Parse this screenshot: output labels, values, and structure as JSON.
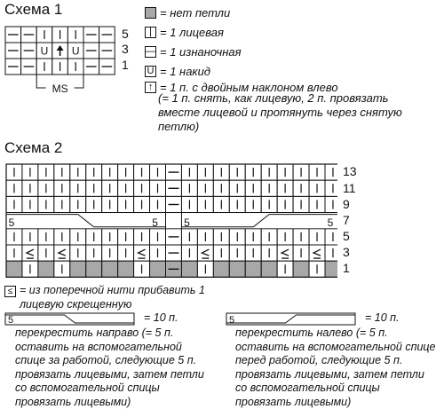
{
  "scheme1": {
    "title": "Схема 1",
    "rows": [
      [
        "—",
        "—",
        "|",
        "|",
        "|",
        "—",
        "—"
      ],
      [
        "—",
        "—",
        "U",
        "↑",
        "U",
        "—",
        "—"
      ],
      [
        "—",
        "—",
        "|",
        "|",
        "|",
        "—",
        "—"
      ]
    ],
    "row_numbers": [
      "5",
      "3",
      "1"
    ],
    "repeat_label": "MS"
  },
  "legend": {
    "no_stitch": "= нет петли",
    "knit": "= 1 лицевая",
    "purl": "= 1 изнаночная",
    "yarn_over": "= 1 накид",
    "dec_line1": "= 1 п. с двойным наклоном влево",
    "dec_note": "(= 1 п. снять, как лицевую, 2 п. провязать вместе лицевой и протянуть через снятую петлю)"
  },
  "scheme2": {
    "title": "Схема 2",
    "row_numbers": [
      "13",
      "11",
      "9",
      "7",
      "5",
      "3",
      "1"
    ],
    "cable_label": "5"
  },
  "notes": {
    "increase": "= из поперечной нити прибавить 1 лицевую скрещенную",
    "cable_right_label": "5",
    "cable_right_num": "= 10 п.",
    "cable_right_text": "перекрестить направо (= 5 п. оставить на вспомогательной спице за работой, следующие 5 п. провязать лицевыми, затем петли со вспомогательной спицы провязать лицевыми)",
    "cable_left_label": "5",
    "cable_left_num": "= 10 п.",
    "cable_left_text": "перекрестить налево (= 5 п. оставить на вспомогательной спице перед работой, следующие 5 п. провязать лицевыми, затем петли со вспомогательной спицы провязать лицевыми)"
  }
}
